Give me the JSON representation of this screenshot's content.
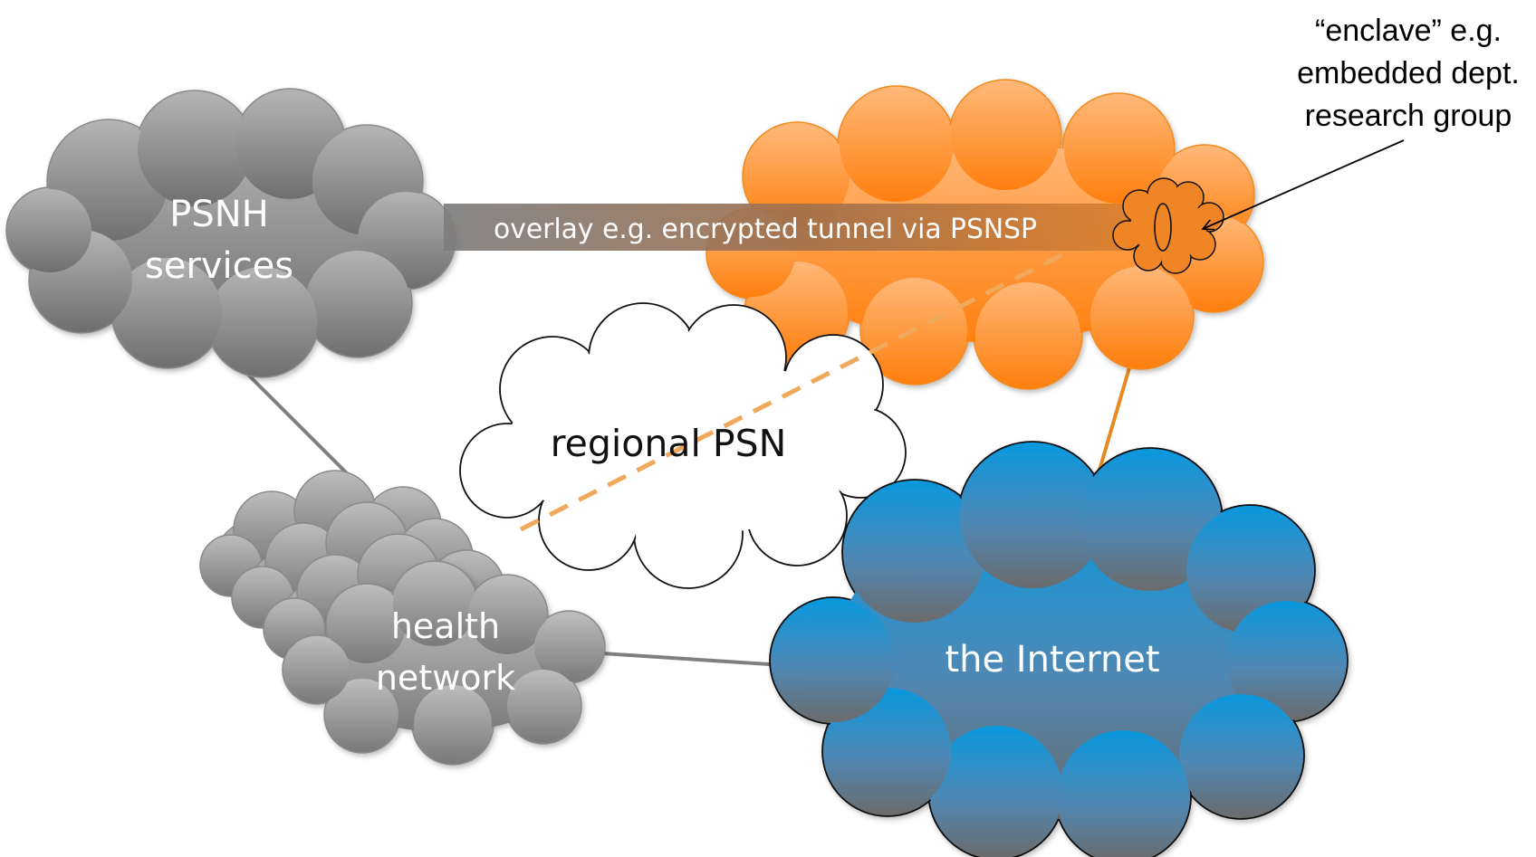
{
  "clouds": {
    "psnh": {
      "line1": "PSNH",
      "line2": "services"
    },
    "health": {
      "line1": "health",
      "line2": "network"
    },
    "regional": {
      "label": "regional PSN"
    },
    "internet": {
      "label": "the Internet"
    }
  },
  "overlay": {
    "label": "overlay e.g. encrypted tunnel via PSNSP"
  },
  "enclave": {
    "line1": "“enclave” e.g.",
    "line2": "embedded dept.",
    "line3": "research group"
  },
  "colors": {
    "grey_top": "#a8a8a8",
    "grey_bottom": "#6e6e6e",
    "orange_top": "#ffb06a",
    "orange_bottom": "#ff7d0a",
    "blue_top": "#0a97dc",
    "blue_bottom": "#6c6c6c",
    "tunnel": "#8a6b57",
    "orange_link": "#f0a95a",
    "grey_link": "#7f7f7f"
  }
}
